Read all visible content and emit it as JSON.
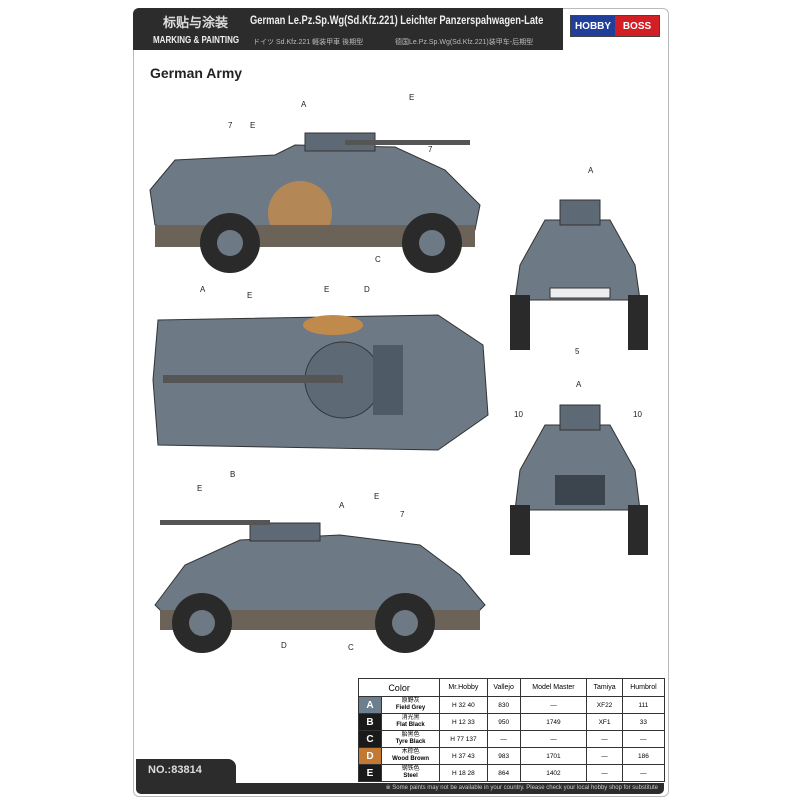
{
  "header": {
    "title_cn": "标贴与涂装",
    "title_en": "German Le.Pz.Sp.Wg(Sd.Kfz.221) Leichter Panzerspahwagen-Late",
    "subtitle": "MARKING & PAINTING",
    "title_jp": "ドイツ Sd.Kfz.221 軽装甲車 後期型",
    "title_zh": "德国Le.Pz.Sp.Wg(Sd.Kfz.221)装甲车-后期型",
    "logo": [
      "HOBBY",
      "BOSS"
    ]
  },
  "section_title": "German Army",
  "callouts": {
    "side1": [
      "7",
      "E",
      "A",
      "E",
      "7",
      "C"
    ],
    "front": [
      "A",
      "5"
    ],
    "top": [
      "A",
      "E",
      "E",
      "D",
      "B"
    ],
    "rear": [
      "A",
      "10",
      "10"
    ],
    "side2": [
      "E",
      "A",
      "E",
      "7",
      "D",
      "C"
    ]
  },
  "table": {
    "headers": [
      "Color",
      "Mr.Hobby",
      "Vallejo",
      "Model Master",
      "Tamiya",
      "Humbrol"
    ],
    "rows": [
      {
        "letter": "A",
        "swatch": "#6d7f8c",
        "name_cn": "原野灰",
        "name_en": "Field Grey",
        "mrhobby": "H 32 40",
        "vallejo": "830",
        "model_master": "—",
        "tamiya": "XF22",
        "humbrol": "111"
      },
      {
        "letter": "B",
        "swatch": "#1a1a1a",
        "name_cn": "消光黑",
        "name_en": "Flat Black",
        "mrhobby": "H 12 33",
        "vallejo": "950",
        "model_master": "1749",
        "tamiya": "XF1",
        "humbrol": "33"
      },
      {
        "letter": "C",
        "swatch": "#1a1a1a",
        "name_cn": "胎黑色",
        "name_en": "Tyre Black",
        "mrhobby": "H 77 137",
        "vallejo": "—",
        "model_master": "—",
        "tamiya": "—",
        "humbrol": "—"
      },
      {
        "letter": "D",
        "swatch": "#c07a34",
        "name_cn": "木棕色",
        "name_en": "Wood Brown",
        "mrhobby": "H 37 43",
        "vallejo": "983",
        "model_master": "1701",
        "tamiya": "—",
        "humbrol": "186"
      },
      {
        "letter": "E",
        "swatch": "#1a1a1a",
        "name_cn": "钢铁色",
        "name_en": "Steel",
        "mrhobby": "H 18 28",
        "vallejo": "864",
        "model_master": "1402",
        "tamiya": "—",
        "humbrol": "—"
      }
    ]
  },
  "product_no": "NO.:83814",
  "footnote": "※ Some paints may not be available in your country. Please check your local hobby shop for substitute"
}
